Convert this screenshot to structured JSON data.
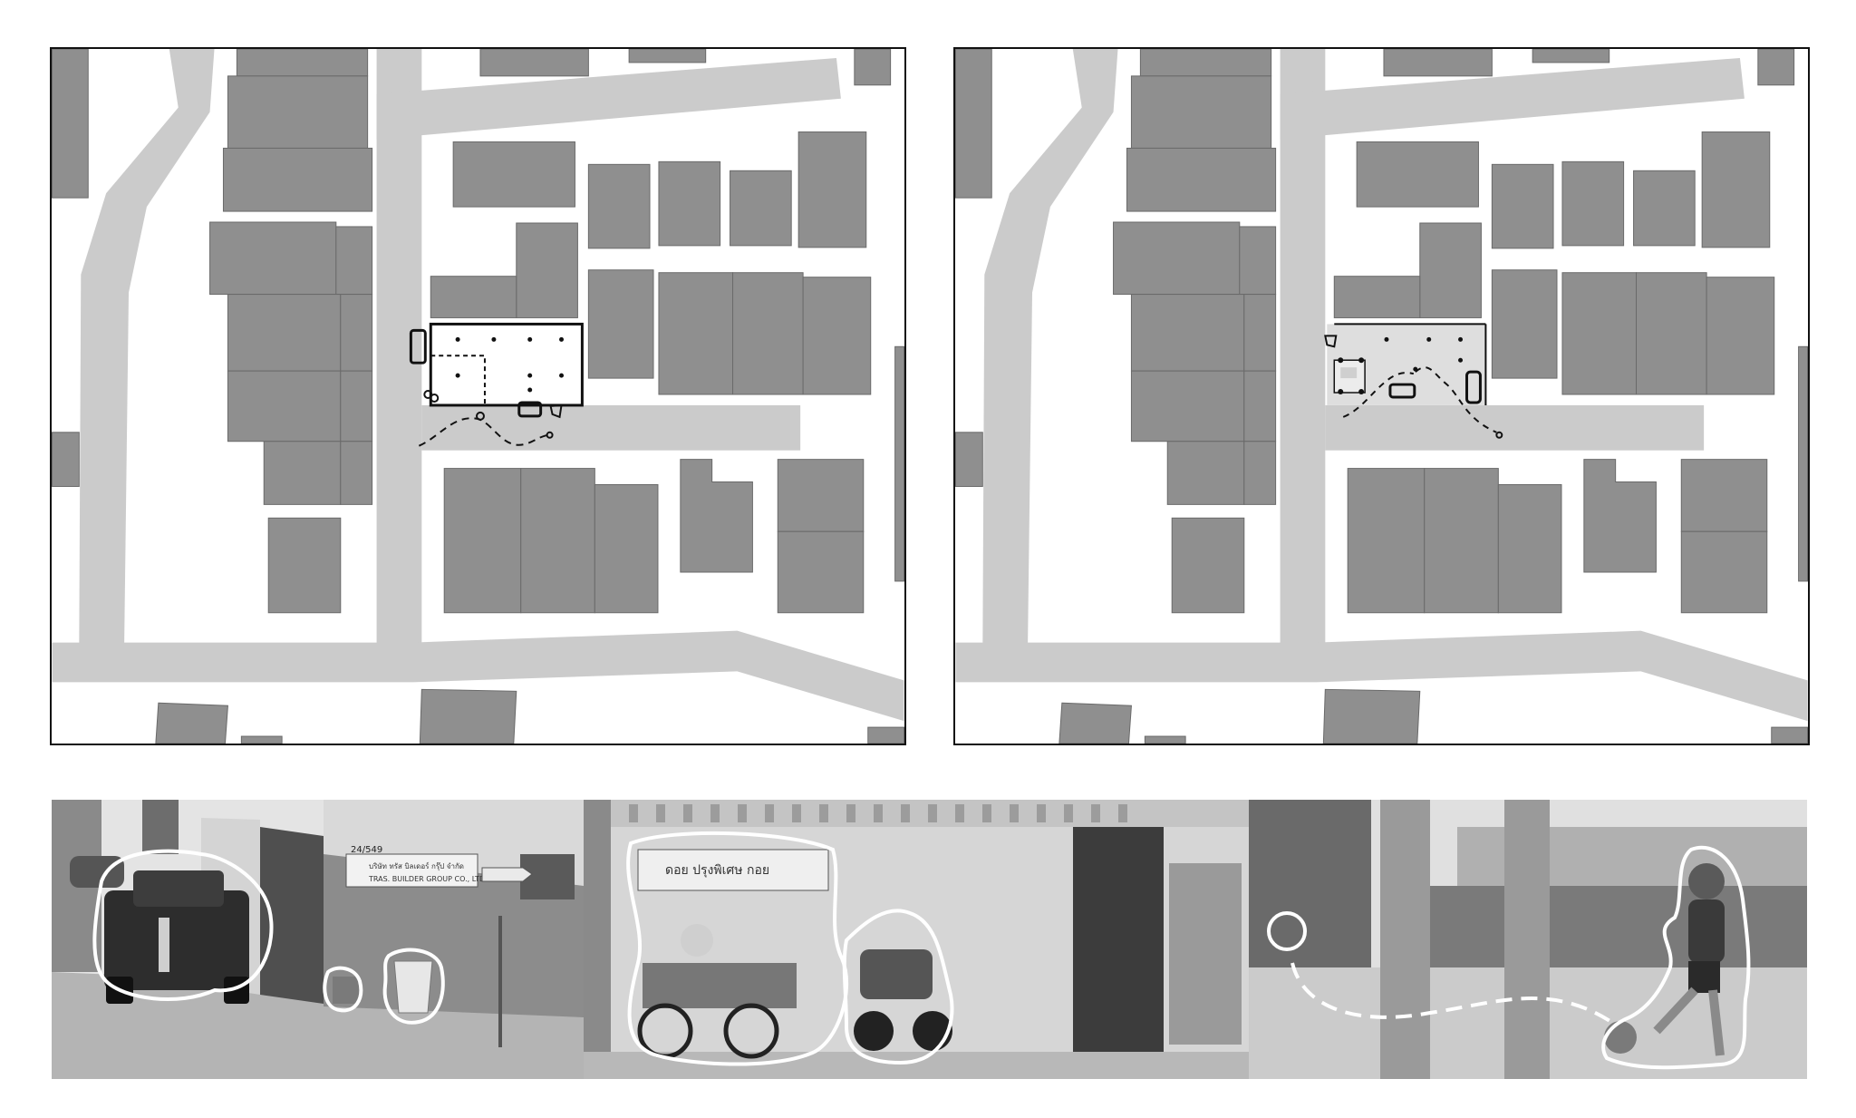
{
  "colors": {
    "building": "#8f8f8f",
    "building_stroke": "#6a6a6a",
    "road": "#cbcbcb",
    "panel_border": "#111111",
    "activity_outline": "#111111",
    "photo_outline": "#ffffff"
  },
  "maps": [
    {
      "id": "map-left",
      "layout_state": "stalls along the building edge"
    },
    {
      "id": "map-right",
      "layout_state": "stalls spread into the lane"
    }
  ],
  "photos": [
    {
      "id": "photo-1",
      "subject": "parked pickup truck and bins beside a wall",
      "signs": [
        "24/549",
        "บริษัท ทรัส บิลเดอร์ กรุ๊ป จำกัด",
        "TRAS. BUILDER GROUP CO., LTD."
      ]
    },
    {
      "id": "photo-2",
      "subject": "food cart and motor tricycle in front of a wooden door",
      "signs": [
        "ดอย ปรุงพิเศษ กอย"
      ]
    },
    {
      "id": "photo-3",
      "subject": "child kicking a ball between posts",
      "signs": []
    }
  ]
}
